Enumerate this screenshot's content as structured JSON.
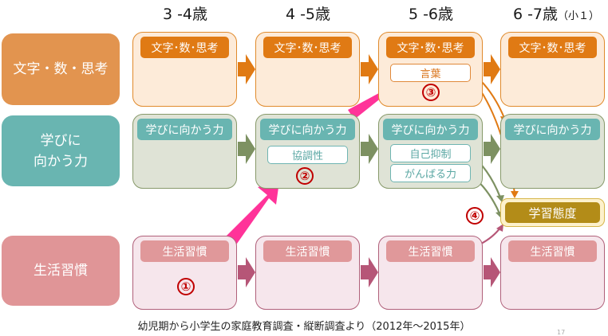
{
  "ages": [
    {
      "label": "3 -4歳",
      "sub": ""
    },
    {
      "label": "4 -5歳",
      "sub": ""
    },
    {
      "label": "5 -6歳",
      "sub": ""
    },
    {
      "label": "6 -7歳",
      "sub": "（小１）"
    }
  ],
  "rows": [
    {
      "label": "文字・数・思考",
      "cell_title": "文字･数･思考",
      "color": "#e2944f"
    },
    {
      "label_line1": "学びに",
      "label_line2": "向かう力",
      "cell_title": "学びに向かう力",
      "color": "#69b5b1"
    },
    {
      "label": "生活習慣",
      "cell_title": "生活習慣",
      "color": "#e09597"
    }
  ],
  "sub_items": {
    "kotoba": "言葉",
    "kyouchousei": "協調性",
    "jiko_yokusei": "自己抑制",
    "ganbaru": "がんばる力"
  },
  "outcome": {
    "label": "学習態度",
    "color": "#b38c18"
  },
  "markers": [
    "①",
    "②",
    "③",
    "④"
  ],
  "colors": {
    "highlight_arrow": "#ff3399",
    "orange_arrow": "#e07a14",
    "green_arrow": "#7d9162",
    "pink_arrow": "#b65677",
    "marker": "#c00000"
  },
  "caption": "幼児期から小学生の家庭教育調査・縦断調査より（2012年～2015年）",
  "page_number": "17"
}
